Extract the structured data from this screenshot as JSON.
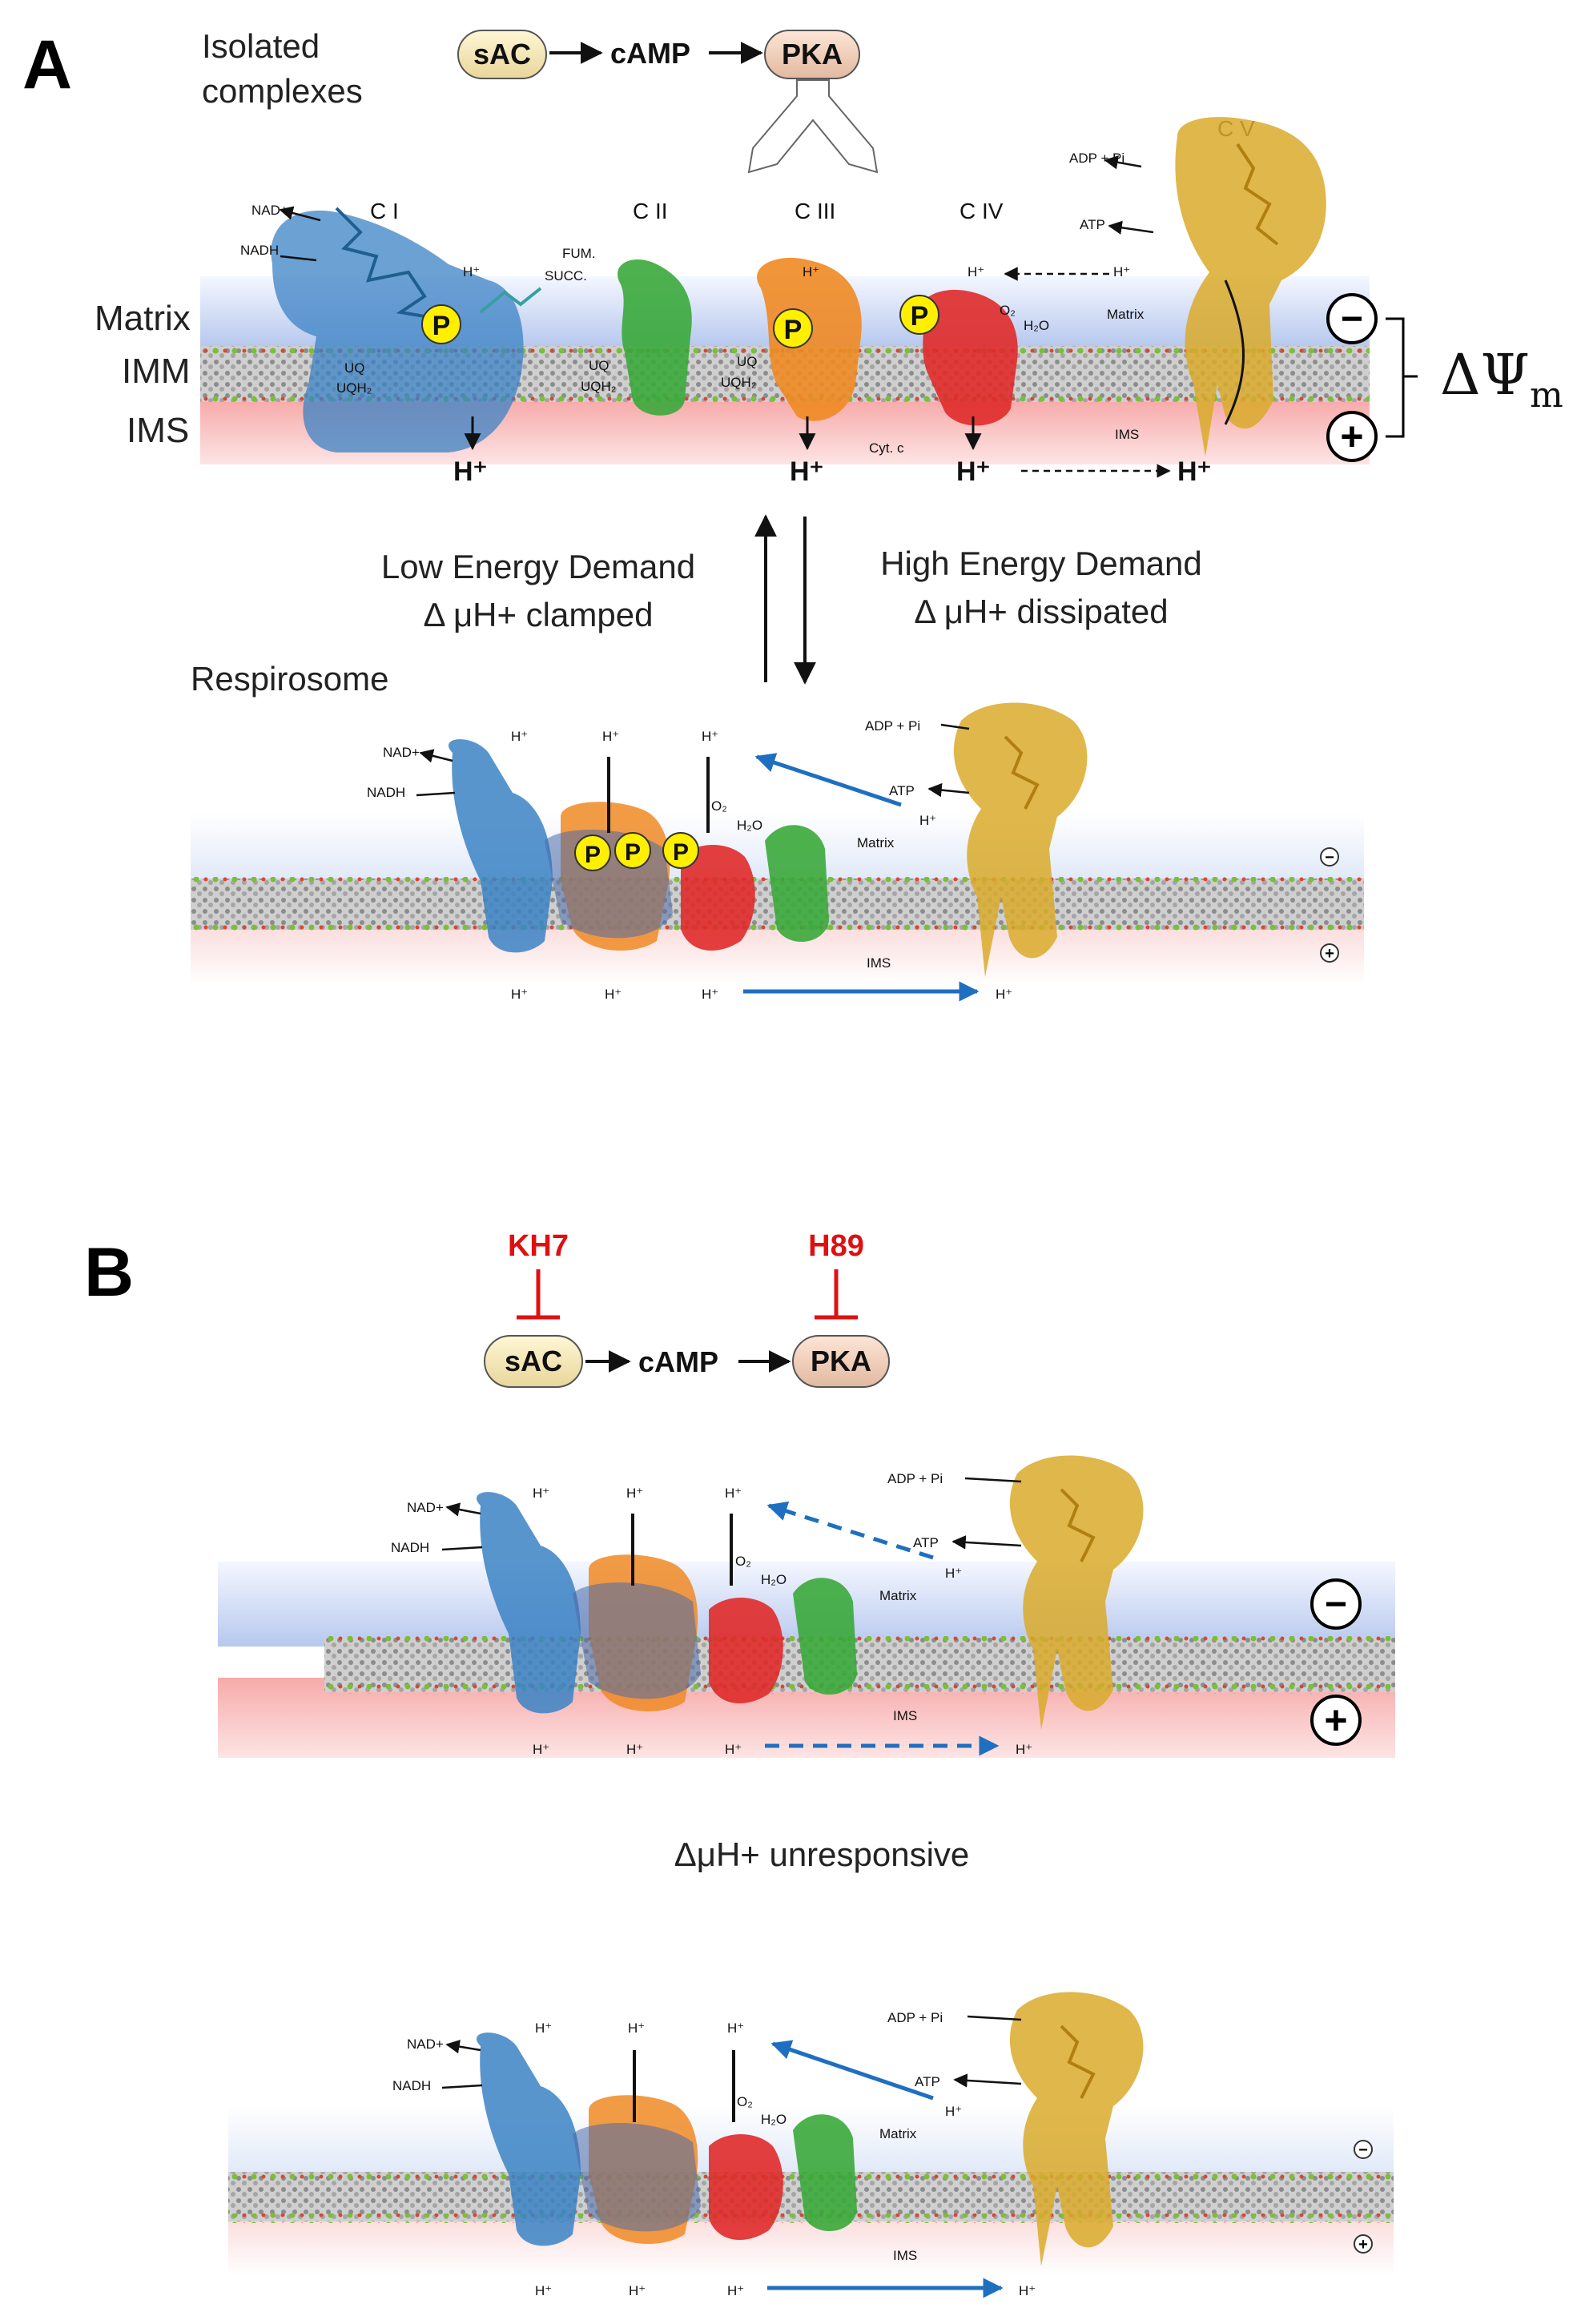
{
  "panel_a": {
    "letter": "A",
    "title_line1": "Isolated",
    "title_line2": "complexes",
    "pathway": [
      "sAC",
      "cAMP",
      "PKA"
    ],
    "region_labels": [
      "Matrix",
      "IMM",
      "IMS"
    ],
    "complex_labels": [
      "C I",
      "C II",
      "C III",
      "C IV",
      "C V"
    ],
    "potential_symbol": "ΔΨ",
    "potential_sub": "m",
    "minus": "−",
    "plus": "+",
    "phospho": "P",
    "proton": "H⁺",
    "small": {
      "nad": "NAD+",
      "nadh": "NADH",
      "fum": "FUM.",
      "succ": "SUCC.",
      "uq": "UQ",
      "uqh2": "UQH₂",
      "o2": "O₂",
      "h2o": "H₂O",
      "cytc": "Cyt. c",
      "adp": "ADP + Pi",
      "atp": "ATP",
      "matrix": "Matrix",
      "ims": "IMS"
    },
    "low_line1": "Low Energy Demand",
    "low_line2": "Δ μH+ clamped",
    "high_line1": "High Energy Demand",
    "high_line2": "Δ μH+ dissipated",
    "respirosome": "Respirosome"
  },
  "panel_b": {
    "letter": "B",
    "inhibitors": [
      "KH7",
      "H89"
    ],
    "pathway": [
      "sAC",
      "cAMP",
      "PKA"
    ],
    "unresponsive": "ΔμH+ unresponsive"
  },
  "colors": {
    "matrix_blue": "#c8d6f2",
    "ims_red": "#f9c6c6",
    "complex_i": "#3b82c4",
    "complex_ii": "#3aa83a",
    "complex_iii": "#f08a24",
    "complex_iv": "#e02a2a",
    "complex_v": "#d9aa2a",
    "flux_arrow": "#1f6fc0",
    "inhibitor": "#e01010"
  }
}
